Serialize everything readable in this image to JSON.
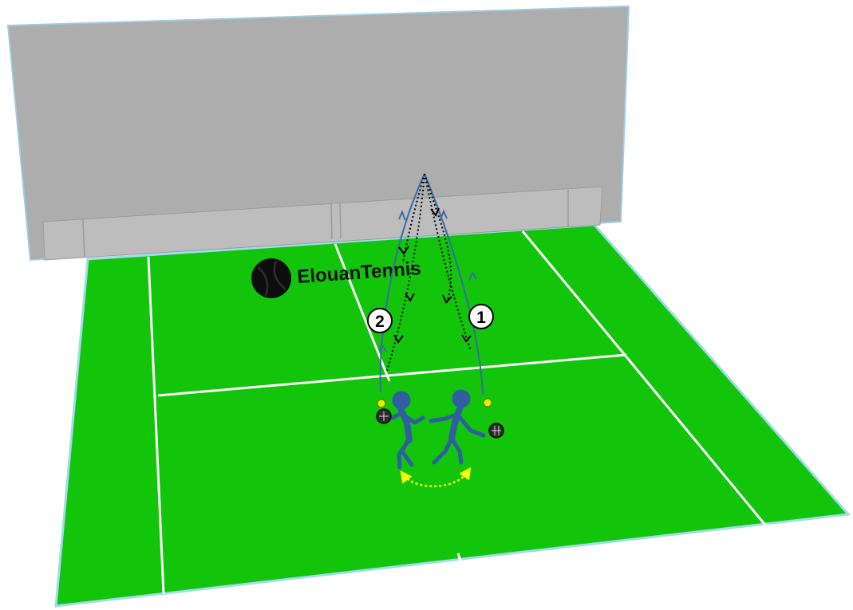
{
  "brand": {
    "text": "ElouanTennis",
    "logo_icon": "tennis-ball-logo-icon"
  },
  "steps": [
    {
      "label": "1"
    },
    {
      "label": "2"
    }
  ],
  "colors": {
    "court_green": "#12c40a",
    "court_lines": "#ffffff",
    "court_edge": "#9fdcec",
    "wall": "#adadad",
    "wall_edge": "#9ccde0",
    "player": "#2f5fa0",
    "ball": "#e4ef00",
    "ball_path": "#000000",
    "shot_path": "#3a6aa6",
    "movement_arrow": "#ffff00"
  },
  "icons": {
    "player_right": "player-icon",
    "player_left": "player-icon",
    "racket": "racket-icon",
    "ball": "tennis-ball-icon"
  }
}
